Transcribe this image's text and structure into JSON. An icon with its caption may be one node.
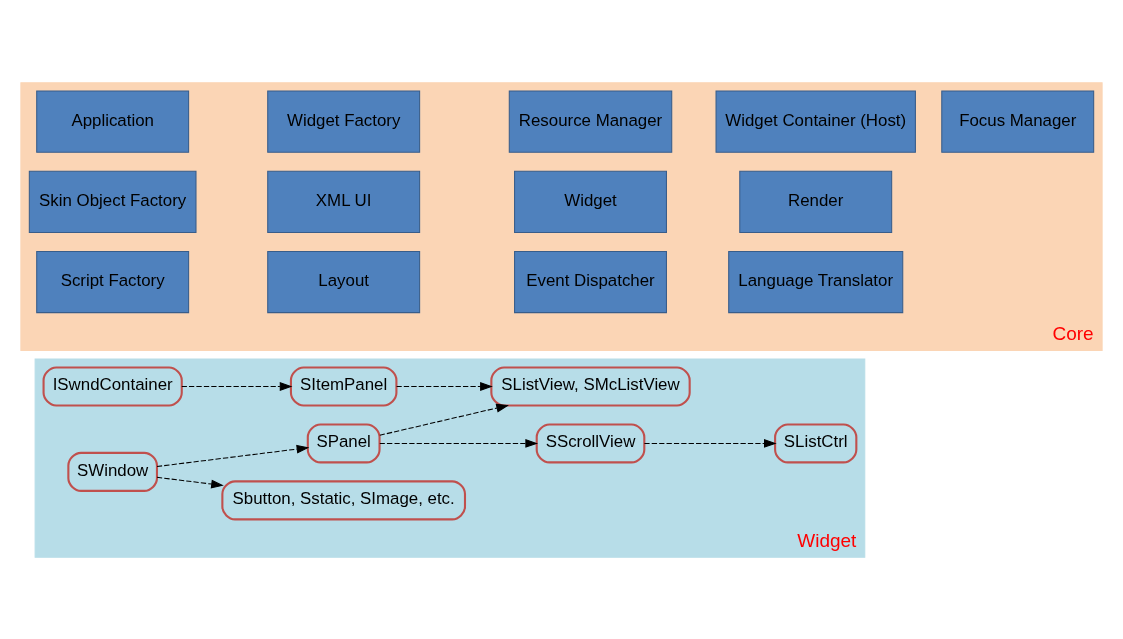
{
  "diagram": {
    "nodes": [
      {
        "text": [
          "Widget"
        ]
      },
      {
        "text": [
          "ISwndContainer"
        ],
        "in": 0
      },
      {
        "text": [
          "SItemPanel"
        ],
        "in": 0
      },
      {
        "text": [
          "SListView, SMcListView"
        ],
        "in": 0
      },
      {
        "text": [
          "SWindow"
        ],
        "in": 0
      },
      {
        "text": [
          "SPanel"
        ],
        "in": 0
      },
      {
        "text": [
          "SScrollView"
        ],
        "in": 0
      },
      {
        "text": [
          "SListCtrl"
        ],
        "in": 0
      },
      {
        "text": [
          "Sbutton, Sstatic, SImage, etc."
        ],
        "in": 0
      },
      {
        "text": [
          "Core"
        ]
      },
      {
        "text": [
          "Application"
        ],
        "in": 9
      },
      {
        "text": [
          "Widget Factory"
        ],
        "in": 9
      },
      {
        "text": [
          "Resource Manager"
        ],
        "in": 9
      },
      {
        "text": [
          "Widget Container (Host)"
        ],
        "in": 9
      },
      {
        "text": [
          "Focus Manager"
        ],
        "in": 9
      },
      {
        "text": [
          "Skin Object Factory"
        ],
        "in": 9
      },
      {
        "text": [
          "XML UI"
        ],
        "in": 9
      },
      {
        "text": [
          "Widget"
        ],
        "in": 9
      },
      {
        "text": [
          "Render"
        ],
        "in": 9
      },
      {
        "text": [
          "Script Factory"
        ],
        "in": 9
      },
      {
        "text": [
          "Layout"
        ],
        "in": 9
      },
      {
        "text": [
          "Event Dispatcher"
        ],
        "in": 9
      },
      {
        "text": [
          "Language Translator"
        ],
        "in": 9
      }
    ],
    "edges": [
      {
        "from": 1,
        "to": 2,
        "arrow": "to",
        "style": "dashed"
      },
      {
        "from": 2,
        "to": 3,
        "arrow": "to",
        "style": "dashed"
      },
      {
        "from": 5,
        "to": 3,
        "arrow": "to",
        "style": "dashed"
      },
      {
        "from": 4,
        "to": 5,
        "arrow": "to",
        "style": "dashed"
      },
      {
        "from": 4,
        "to": 8,
        "arrow": "to",
        "style": "dashed"
      },
      {
        "from": 5,
        "to": 6,
        "arrow": "to",
        "style": "dashed"
      },
      {
        "from": 6,
        "to": 7,
        "arrow": "to",
        "style": "dashed"
      }
    ]
  }
}
